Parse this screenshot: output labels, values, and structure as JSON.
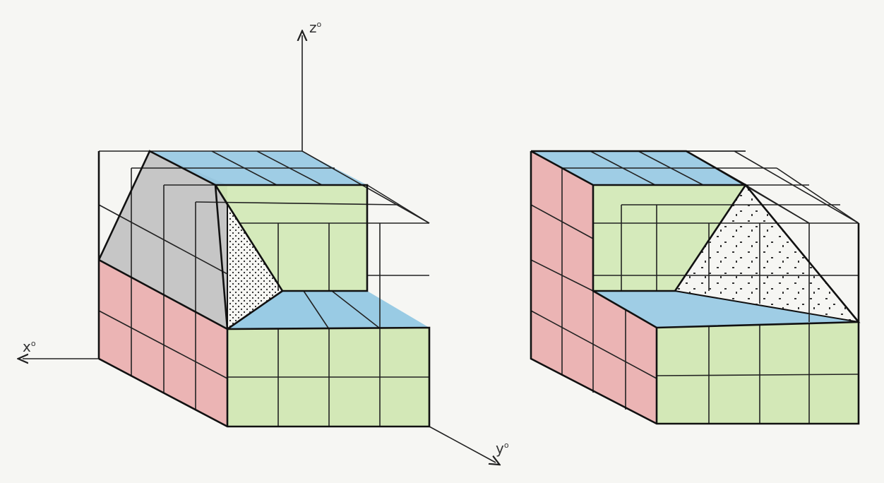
{
  "axes": {
    "z": {
      "letter": "z",
      "sup": "o"
    },
    "x": {
      "letter": "x",
      "sup": "o"
    },
    "y": {
      "letter": "y",
      "sup": "o"
    }
  },
  "colors": {
    "red_face": "#e9a8a8",
    "green_face": "#cfe7b0",
    "blue_face": "#8fc6e2",
    "gray_face": "#bdbdbd",
    "line": "#222222",
    "paper": "#f6f6f3"
  },
  "figures": [
    {
      "name": "left-block",
      "grid": "3x4x4",
      "cut_face": "dotted-triangle"
    },
    {
      "name": "right-block",
      "grid": "4x4x4",
      "cut_face": "dotted-triangle"
    }
  ]
}
